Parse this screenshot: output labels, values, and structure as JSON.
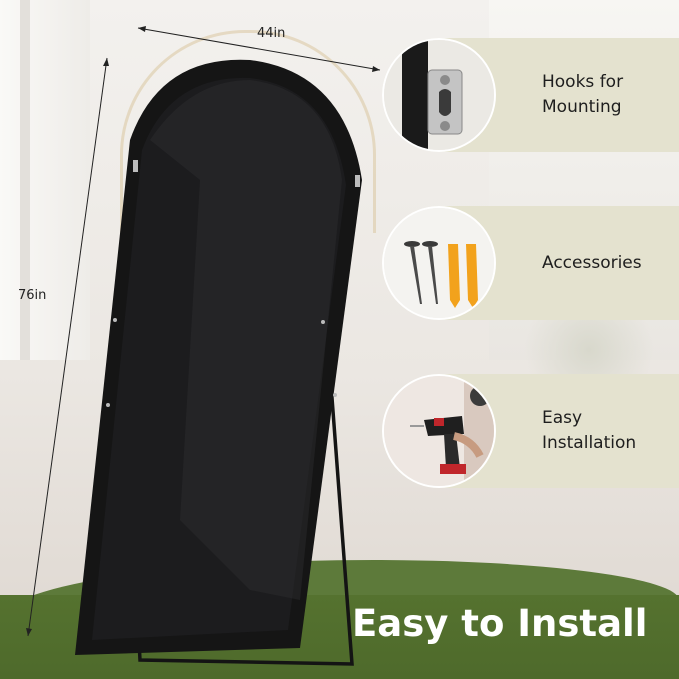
{
  "dimensions": {
    "width_label": "44in",
    "height_label": "76in"
  },
  "features": [
    {
      "label_line1": "Hooks for",
      "label_line2": "Mounting",
      "icon": "hook-bracket-icon"
    },
    {
      "label_line1": "Accessories",
      "label_line2": "",
      "icon": "screws-anchors-icon"
    },
    {
      "label_line1": "Easy",
      "label_line2": "Installation",
      "icon": "drill-icon"
    }
  ],
  "headline": "Easy to Install",
  "colors": {
    "floor_green": "#5d7a3a",
    "callout_bg": "#e4e2cf",
    "mirror_frame": "#151515",
    "anchor_orange": "#f2a21c"
  }
}
